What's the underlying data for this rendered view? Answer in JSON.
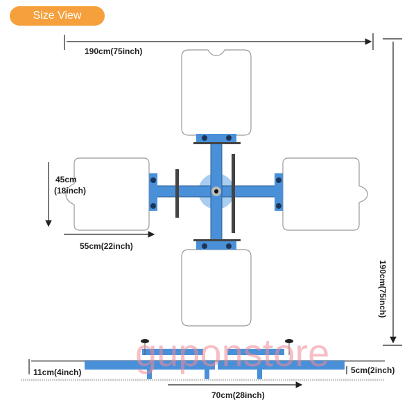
{
  "header": {
    "title": "Size View"
  },
  "dimensions": {
    "total_width": "190cm(75inch)",
    "total_length": "190cm(75inch)",
    "pad_width_line1": "45cm",
    "pad_width_line2": "(18inch)",
    "pad_length": "55cm(22inch)",
    "total_height": "11cm(4inch)",
    "wheel_height": "5cm(2inch)",
    "base_span": "70cm(28inch)"
  },
  "watermark": "guponstore",
  "colors": {
    "accent": "#f5a03c",
    "frame": "#4a90d9",
    "hub": "#a8cdf0"
  }
}
